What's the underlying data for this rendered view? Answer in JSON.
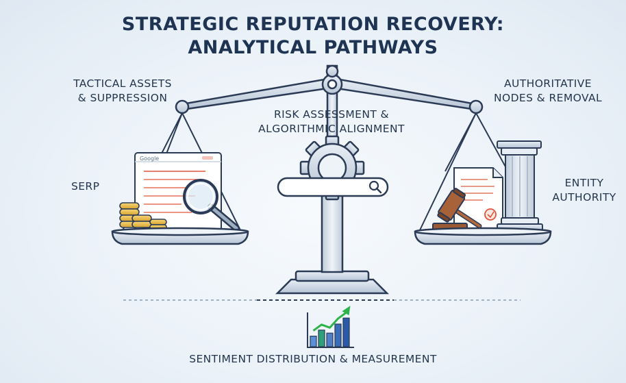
{
  "title": {
    "line1": "STRATEGIC REPUTATION RECOVERY:",
    "line2": "ANALYTICAL PATHWAYS"
  },
  "left": {
    "heading_line1": "TACTICAL ASSETS",
    "heading_line2": "& SUPPRESSION",
    "pan_label": "SERP",
    "browser_logo": "Google"
  },
  "center": {
    "label_line1": "RISK ASSESSMENT &",
    "label_line2": "ALGORITHMIC ALIGNMENT"
  },
  "right": {
    "heading_line1": "AUTHORITATIVE",
    "heading_line2": "NODES & REMOVAL",
    "pan_label_line1": "ENTITY",
    "pan_label_line2": "AUTHORITY"
  },
  "bottom": {
    "label": "SENTIMENT DISTRIBUTION & MEASUREMENT",
    "chart_bars": [
      0.35,
      0.55,
      0.45,
      0.75,
      0.95
    ],
    "bar_colors": [
      "#5b8fd6",
      "#2f9e7a",
      "#4f7fc8",
      "#3a6db8",
      "#2b5aa8"
    ],
    "trend_color": "#2db34a"
  },
  "colors": {
    "outline": "#2b3a55",
    "metal": "#c9d5e2",
    "accent_red": "#e2533b",
    "gold": "#e7b845",
    "gavel": "#9b5a34"
  }
}
